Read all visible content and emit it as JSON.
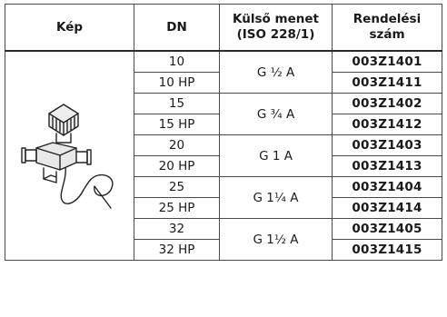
{
  "header": {
    "image_col": "Kép",
    "dn_col": "DN",
    "thread_col_line1": "Külső menet",
    "thread_col_line2": "(ISO 228/1)",
    "order_col_line1": "Rendelési",
    "order_col_line2": "szám"
  },
  "groups": [
    {
      "thread": "G ½ A",
      "rows": [
        {
          "dn": "10",
          "code": "003Z1401"
        },
        {
          "dn": "10 HP",
          "code": "003Z1411"
        }
      ]
    },
    {
      "thread": "G ¾ A",
      "rows": [
        {
          "dn": "15",
          "code": "003Z1402"
        },
        {
          "dn": "15 HP",
          "code": "003Z1412"
        }
      ]
    },
    {
      "thread": "G 1 A",
      "rows": [
        {
          "dn": "20",
          "code": "003Z1403"
        },
        {
          "dn": "20 HP",
          "code": "003Z1413"
        }
      ]
    },
    {
      "thread": "G 1¼ A",
      "rows": [
        {
          "dn": "25",
          "code": "003Z1404"
        },
        {
          "dn": "25 HP",
          "code": "003Z1414"
        }
      ]
    },
    {
      "thread": "G 1½ A",
      "rows": [
        {
          "dn": "32",
          "code": "003Z1405"
        },
        {
          "dn": "32 HP",
          "code": "003Z1415"
        }
      ]
    }
  ],
  "image": {
    "icon": "valve-with-capillary-icon"
  }
}
